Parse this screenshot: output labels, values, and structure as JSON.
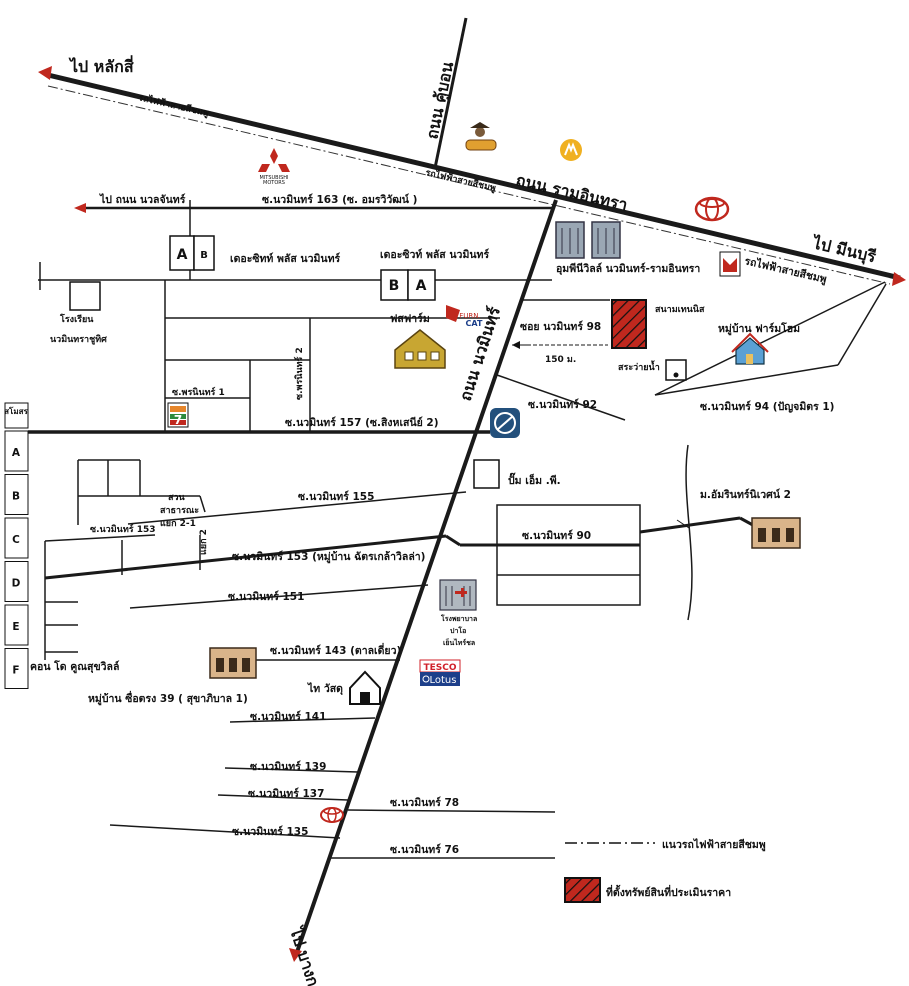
{
  "directions": {
    "to_lak_si": "ไป หลักสี่",
    "to_min_buri": "ไป มีนบุรี",
    "to_bang_kapi": "ไป บางกะปิ",
    "to_nuan_chan": "ไป ถนน นวลจันทร์"
  },
  "roads": {
    "ramindra": "ถนน รามอินทรา",
    "nawamin": "ถนน นวมินทร์",
    "khubon": "ถนน คู้บอน",
    "pink_line_1": "รถไฟฟ้าสายสีชมพู",
    "pink_line_2": "รถไฟฟ้าสายสีชมพู",
    "pink_line_3": "รถไฟฟ้าสายสีชมพู"
  },
  "sois": {
    "s163": "ซ.นวมินทร์ 163 (ซ. อมรวิวัฒน์ )",
    "s157": "ซ.นวมินทร์ 157 (ซ.สิงหเสนีย์ 2)",
    "s155": "ซ.นวมินทร์ 155",
    "s153": "ซ.นวมินทร์ 153 (หมู่บ้าน ฉัตรเกล้าวิลล่า)",
    "s153b": "ซ.นวมินทร์ 153",
    "s151": "ซ.นวมินทร์ 151",
    "s143": "ซ.นวมินทร์ 143 (ตาลเดี่ยว)",
    "s141": "ซ.นวมินทร์ 141",
    "s139": "ซ.นวมินทร์ 139",
    "s137": "ซ.นวมินทร์ 137",
    "s135": "ซ.นวมินทร์ 135",
    "s98": "ซอย นวมินทร์ 98",
    "s92": "ซ.นวมินทร์ 92",
    "s94": "ซ.นวมินทร์ 94 (ปัญจมิตร 1)",
    "s90": "ซ.นวมินทร์ 90",
    "s78": "ซ.นวมินทร์ 78",
    "s76": "ซ.นวมินทร์ 76",
    "phonintr1": "ซ.พรนินทร์ 1",
    "phonintr2": "ซ.พรนินทร์ 2",
    "alley": "แยก 2"
  },
  "places": {
    "the_city_1": "เดอะซิทท์ พลัส นวมินทร์",
    "the_city_2": "เดอะซิวท์ พลัส นวมินทร์",
    "school": [
      "โรงเรียน",
      "นวมินทราชูทิศ"
    ],
    "fashion_island": "ฟสฟาร์ม",
    "udom_city": "อุมพีนีวิลล์ นวมินทร์-รามอินทรา",
    "tennis": "สนามเทนนิส",
    "pool": "สระว่ายน้ำ",
    "farm_home": "หมู่บ้าน ฟาร์มโฮม",
    "amarin": "ม.อัมรินทร์นิเวศน์ 2",
    "pt_station": "ปั๊ม เอ็ม .พี.",
    "hospital": [
      "โรงพยาบาล",
      "ปาโอ",
      "เย็นไทร์ชล"
    ],
    "temple": "ไท วัสดุ",
    "village39": "หมู่บ้าน ซื่อตรง 39 ( สุขาภิบาล 1)",
    "condo": "คอน โด คูณสุขวิลล์",
    "public_park": [
      "สวน",
      "สาธารณะ",
      "แยก 2-1"
    ],
    "samo": "สโมสร",
    "dist_150": "150 ม.",
    "brand_mitsubishi": [
      "MITSUBISHI",
      "MOTORS"
    ],
    "tesco_1": "TESCO",
    "tesco_2": "Lotus",
    "cat_1": "FURN.",
    "cat_2": "CAT",
    "bldg_A": "A",
    "bldg_B": "B"
  },
  "condo_blocks": [
    "A",
    "B",
    "C",
    "D",
    "E",
    "F"
  ],
  "legend": {
    "pink_line": "แนวรถไฟฟ้าสายสีชมพู",
    "property": "ที่ตั้งทรัพย์สินที่ประเมินราคา"
  },
  "colors": {
    "road": "#1a1a1a",
    "property": "#c0281e",
    "tesco_red": "#d0202a",
    "tesco_blue": "#1d3f8a",
    "building": "#b0b8c0",
    "mall": "#c8a632",
    "ptt_blue": "#23507c"
  }
}
